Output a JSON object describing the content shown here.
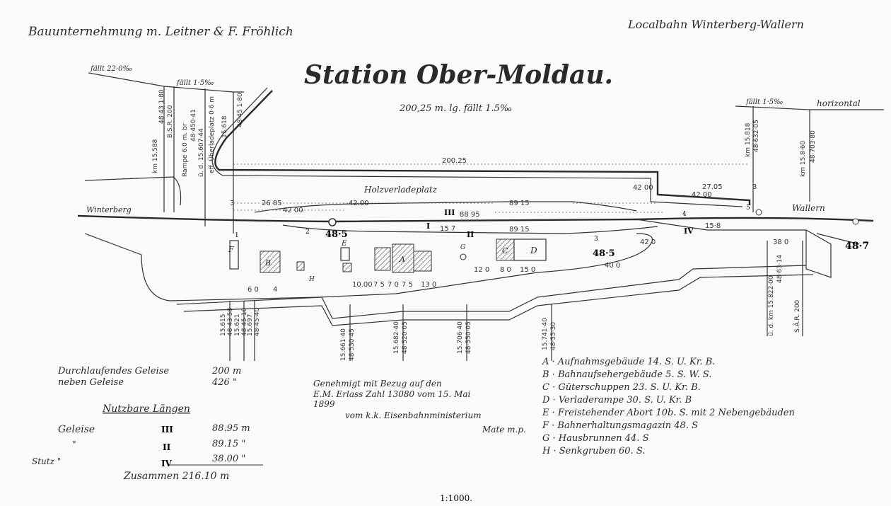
{
  "header": {
    "contractor": "Bauunternehmung m. Leitner & F. Fröhlich",
    "railway": "Localbahn Winterberg-Wallern",
    "title": "Station Ober-Moldau.",
    "subtitle": "200,25 m. lg. fällt 1.5‰"
  },
  "plan": {
    "gradients": [
      "fällt 22·0‰",
      "fällt 1·5‰",
      "fällt 1·5‰",
      "horizontal"
    ],
    "directions": {
      "left": "Winterberg",
      "right": "Wallern"
    },
    "area_label": "Holzverladeplatz",
    "dimensions": [
      "200.25",
      "26 85",
      "42 00",
      "42.00",
      "89 15",
      "88 95",
      "15 7",
      "89 15",
      "42 00",
      "27.05",
      "42 00",
      "3",
      "3",
      "15·8",
      "42 0",
      "40 0",
      "38 0",
      "12 0",
      "8 0",
      "15 0",
      "10.00",
      "7 5",
      "7 0",
      "7 5",
      "13 0",
      "6 0",
      "4"
    ],
    "track_numbers": [
      "III",
      "I",
      "II",
      "IV"
    ],
    "signals": [
      "1",
      "2",
      "3",
      "4",
      "5"
    ],
    "elevations": [
      "48·5",
      "48·5",
      "48·7"
    ],
    "building_letters": [
      "A",
      "B",
      "C",
      "D",
      "E",
      "F",
      "G",
      "H"
    ],
    "top_chainage": [
      "km 15.588",
      "48·43 1·80",
      "B.S.R. 200",
      "Rampe 6.0 m. br",
      "48·450·41",
      "ü. d. 15.607·44",
      "eff. Überladeplatz 0·6 m",
      "15.618",
      "48·45 1·80"
    ],
    "right_chainage": [
      "km 15.818",
      "48·632·05",
      "km 15.8·60",
      "48·703·80"
    ],
    "bottom_chainage": [
      "15.615",
      "48·43·58",
      "15.621",
      "48·45·10",
      "15.697",
      "48·45·40",
      "15.661·40",
      "48·530·45",
      "15.682·40",
      "48·520·05",
      "15.706·40",
      "48·550·05",
      "15.741·40",
      "48·55·30",
      "ü. d. km 15.822·00",
      "48·63·14",
      "S.Ä.R. 200"
    ]
  },
  "track_lengths": {
    "through_label": "Durchlaufendes Geleise",
    "through_value": "200 m",
    "side_label": "neben Geleise",
    "side_value": "426 \""
  },
  "usable_lengths": {
    "heading": "Nutzbare Längen",
    "rows": [
      {
        "label": "Geleise",
        "track": "III",
        "value": "88.95 m"
      },
      {
        "label": "\"",
        "track": "II",
        "value": "89.15 \""
      },
      {
        "label": "Stutz \"",
        "track": "IV",
        "value": "38.00 \""
      }
    ],
    "total": "Zusammen 216.10 m"
  },
  "approval": {
    "lines": [
      "Genehmigt mit Bezug auf den",
      "E.M. Erlass Zahl 13080 vom 15. Mai",
      "1899"
    ],
    "authority": "vom k.k. Eisenbahnministerium",
    "signature": "Mate m.p."
  },
  "legend": [
    "A · Aufnahmsgebäude 14. S. U. Kr. B.",
    "B · Bahnaufsehergebäude 5. S. W. S.",
    "C · Güterschuppen 23. S. U. Kr. B.",
    "D · Verladerampe 30. S. U. Kr. B",
    "E · Freistehender Abort 10b. S. mit 2 Nebengebäuden",
    "F · Bahnerhaltungsmagazin 48. S",
    "G · Hausbrunnen 44. S",
    "H · Senkgruben 60. S."
  ],
  "scale": "1:1000."
}
